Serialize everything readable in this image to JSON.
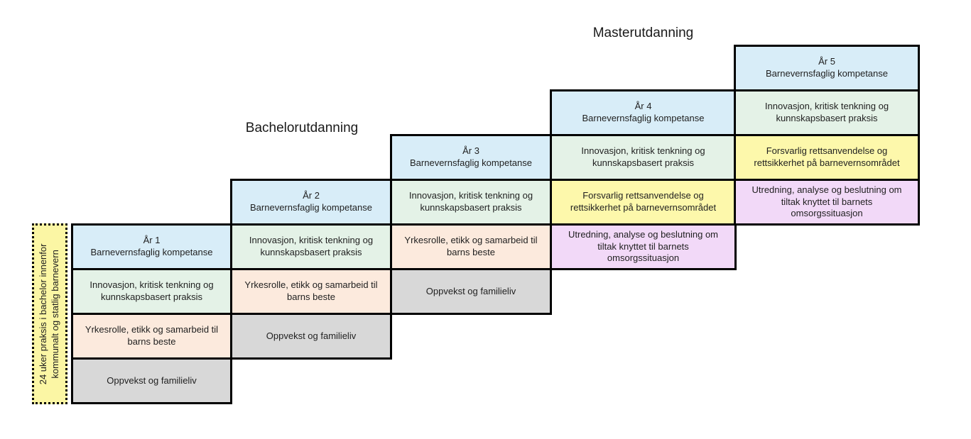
{
  "headings": {
    "master": "Masterutdanning",
    "bachelor": "Bachelorutdanning"
  },
  "praksis_box": {
    "label": "24 uker praksis i bachelor innenfor\nkommunalt og statlig barnevern"
  },
  "columns": [
    {
      "name": "År 1",
      "cells": [
        {
          "text": "År 1\nBarnevernsfaglig kompetanse",
          "color": "blue"
        },
        {
          "text": "Innovasjon, kritisk tenkning og\nkunnskapsbasert praksis",
          "color": "green"
        },
        {
          "text": "Yrkesrolle, etikk og samarbeid til\nbarns beste",
          "color": "peach"
        },
        {
          "text": "Oppvekst og familieliv",
          "color": "gray"
        }
      ]
    },
    {
      "name": "År 2",
      "cells": [
        {
          "text": "År 2\nBarnevernsfaglig kompetanse",
          "color": "blue"
        },
        {
          "text": "Innovasjon, kritisk tenkning og\nkunnskapsbasert praksis",
          "color": "green"
        },
        {
          "text": "Yrkesrolle, etikk og samarbeid til\nbarns beste",
          "color": "peach"
        },
        {
          "text": "Oppvekst og familieliv",
          "color": "gray"
        }
      ]
    },
    {
      "name": "År 3",
      "cells": [
        {
          "text": "År 3\nBarnevernsfaglig kompetanse",
          "color": "blue"
        },
        {
          "text": "Innovasjon, kritisk tenkning og\nkunnskapsbasert praksis",
          "color": "green"
        },
        {
          "text": "Yrkesrolle, etikk og samarbeid til\nbarns beste",
          "color": "peach"
        },
        {
          "text": "Oppvekst og familieliv",
          "color": "gray"
        }
      ]
    },
    {
      "name": "År 4",
      "cells": [
        {
          "text": "År 4\nBarnevernsfaglig kompetanse",
          "color": "blue"
        },
        {
          "text": "Innovasjon, kritisk tenkning og\nkunnskapsbasert praksis",
          "color": "green"
        },
        {
          "text": "Forsvarlig rettsanvendelse og\nrettsikkerhet på barnevernsområdet",
          "color": "yellow"
        },
        {
          "text": "Utredning, analyse og beslutning om\ntiltak knyttet til barnets\nomsorgssituasjon",
          "color": "purple"
        }
      ]
    },
    {
      "name": "År 5",
      "cells": [
        {
          "text": "År 5\nBarnevernsfaglig kompetanse",
          "color": "blue"
        },
        {
          "text": "Innovasjon, kritisk tenkning og\nkunnskapsbasert praksis",
          "color": "green"
        },
        {
          "text": "Forsvarlig rettsanvendelse og\nrettsikkerhet på barnevernsområdet",
          "color": "yellow"
        },
        {
          "text": "Utredning, analyse og beslutning om\ntiltak knyttet til barnets\nomsorgssituasjon",
          "color": "purple"
        }
      ]
    }
  ],
  "colors": {
    "blue": "#d8edf8",
    "green": "#e4f2e7",
    "peach": "#fceadd",
    "gray": "#d8d8d8",
    "yellow": "#fdf8ab",
    "purple": "#f2d9f8",
    "praksis_yellow": "#fbf6a4",
    "border": "#000000",
    "text": "#1f1f1f"
  }
}
